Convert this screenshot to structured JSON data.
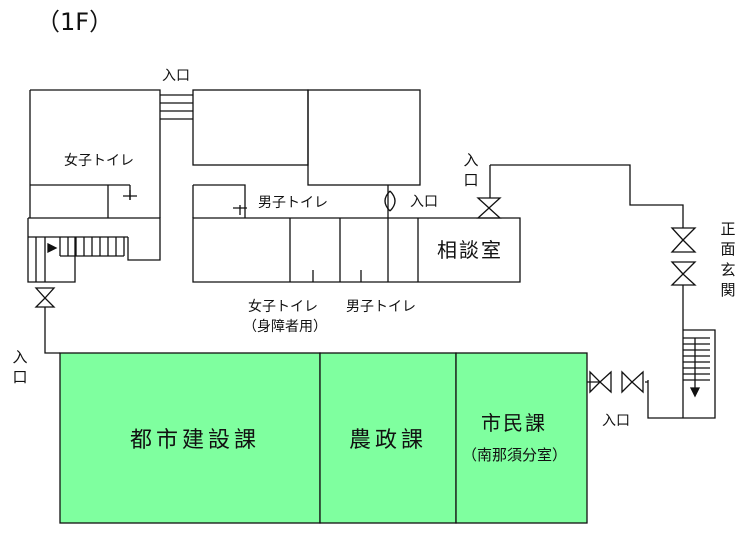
{
  "floor_label": "（1F）",
  "colors": {
    "section_fill": "#7fff9f",
    "line": "#111111",
    "background": "#ffffff"
  },
  "rooms": {
    "city_planning": "都市建設課",
    "agriculture": "農政課",
    "citizens": "市民課",
    "citizens_sub": "（南那須分室）",
    "consultation": "相談室"
  },
  "toilets": {
    "women_west": "女子トイレ",
    "men_north": "男子トイレ",
    "women_accessible": "女子トイレ",
    "women_accessible_note": "（身障者用）",
    "men_south": "男子トイレ"
  },
  "entrances": {
    "north": "入口",
    "northeast": "入口",
    "hall_door": "入口",
    "west": [
      "入",
      "口"
    ],
    "east": "入口",
    "main": [
      "正",
      "面",
      "玄",
      "関"
    ]
  }
}
